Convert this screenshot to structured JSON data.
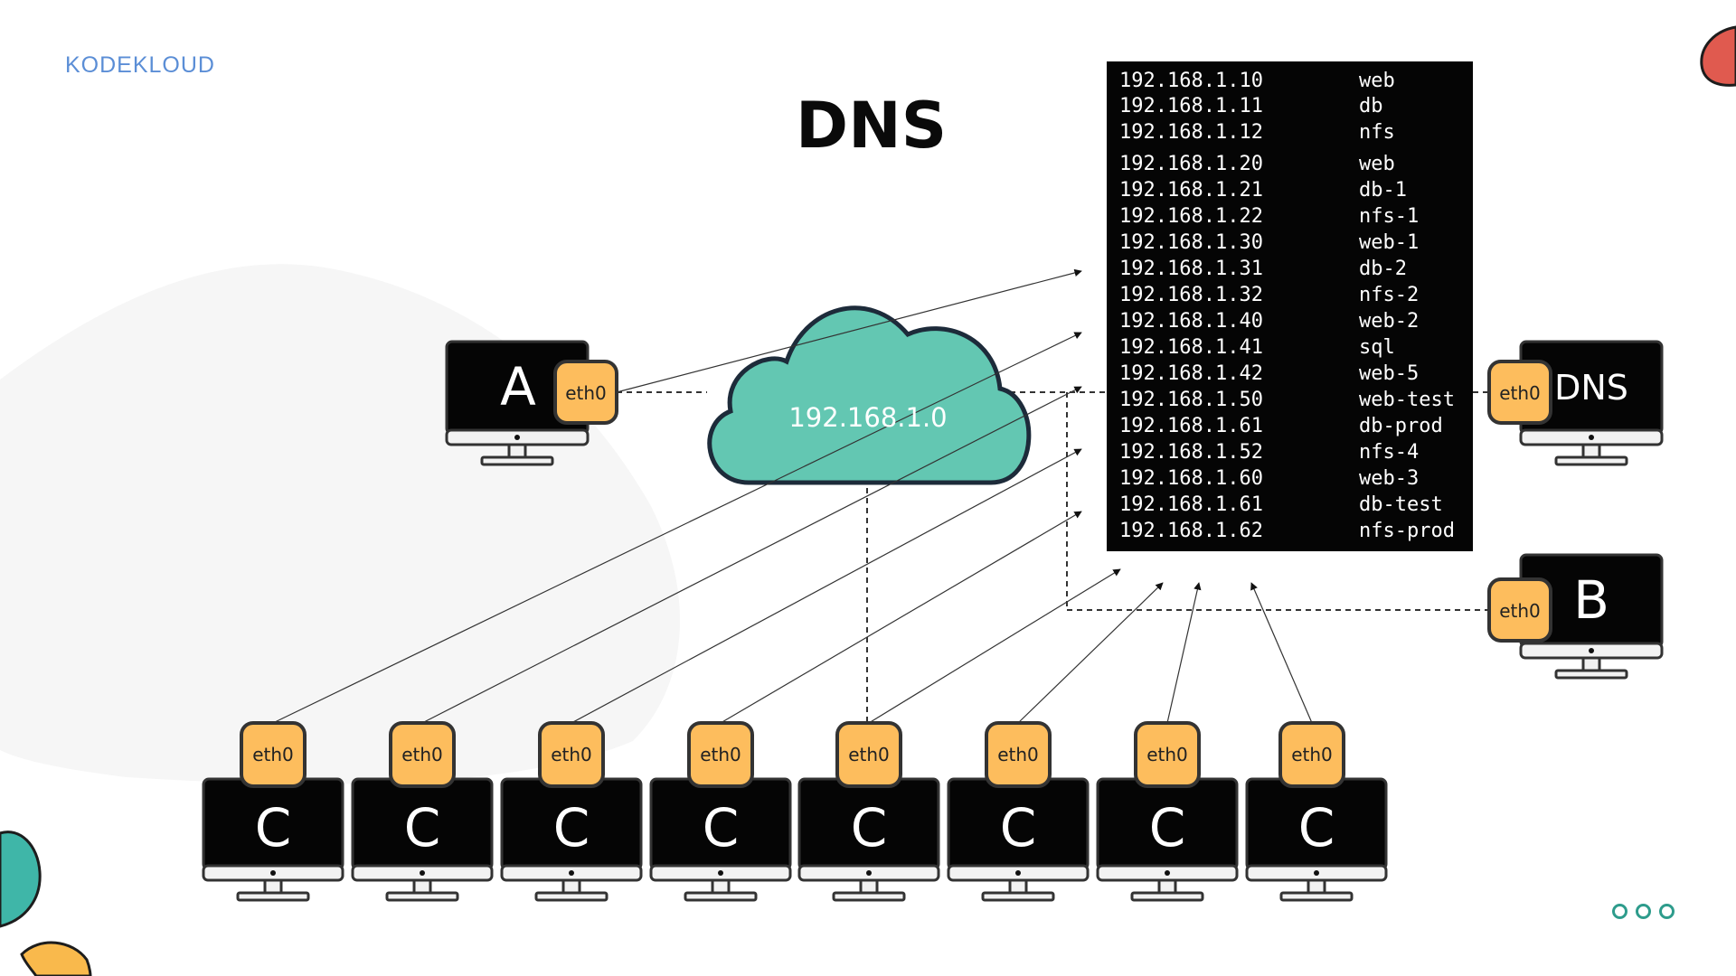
{
  "brand": "KODEKLOUD",
  "title": "DNS",
  "network": "192.168.1.0",
  "interface_label": "eth0",
  "hosts_table": [
    {
      "ip": "192.168.1.10",
      "name": "web"
    },
    {
      "ip": "192.168.1.11",
      "name": "db"
    },
    {
      "ip": "192.168.1.12",
      "name": "nfs"
    },
    {
      "ip": "192.168.1.20",
      "name": "web"
    },
    {
      "ip": "192.168.1.21",
      "name": "db-1"
    },
    {
      "ip": "192.168.1.22",
      "name": "nfs-1"
    },
    {
      "ip": "192.168.1.30",
      "name": "web-1"
    },
    {
      "ip": "192.168.1.31",
      "name": "db-2"
    },
    {
      "ip": "192.168.1.32",
      "name": "nfs-2"
    },
    {
      "ip": "192.168.1.40",
      "name": "web-2"
    },
    {
      "ip": "192.168.1.41",
      "name": "sql"
    },
    {
      "ip": "192.168.1.42",
      "name": "web-5"
    },
    {
      "ip": "192.168.1.50",
      "name": "web-test"
    },
    {
      "ip": "192.168.1.61",
      "name": "db-prod"
    },
    {
      "ip": "192.168.1.52",
      "name": "nfs-4"
    },
    {
      "ip": "192.168.1.60",
      "name": "web-3"
    },
    {
      "ip": "192.168.1.61",
      "name": "db-test"
    },
    {
      "ip": "192.168.1.62",
      "name": "nfs-prod"
    }
  ],
  "hosts": {
    "a": "A",
    "dns": "DNS",
    "b": "B",
    "clients": [
      "C",
      "C",
      "C",
      "C",
      "C",
      "C",
      "C",
      "C"
    ]
  },
  "colors": {
    "cloud": "#63c7b2",
    "eth_badge": "#fdbd5d",
    "screen": "#050505",
    "accent_teal": "#2e9c8c",
    "accent_red": "#e05a4f",
    "accent_orange": "#f9b94c"
  }
}
